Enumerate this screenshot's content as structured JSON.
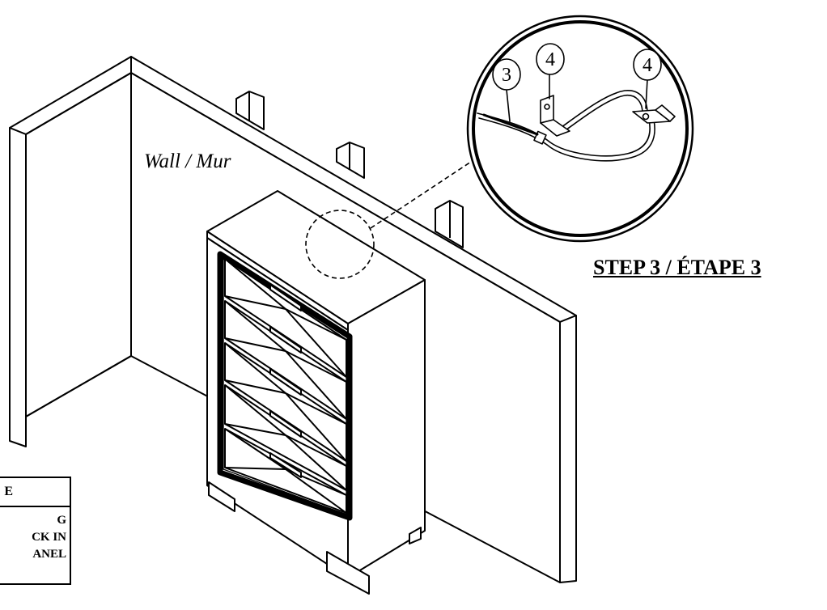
{
  "labels": {
    "wall": "Wall / Mur",
    "step_title": "STEP 3 / ÉTAPE 3",
    "callout_strap": "3",
    "callout_bracket_left": "4",
    "callout_bracket_right": "4"
  },
  "notice_panel": {
    "header": "E",
    "lines": [
      "G",
      "CK IN",
      "ANEL"
    ]
  },
  "colors": {
    "line": "#000000",
    "background": "#ffffff"
  }
}
